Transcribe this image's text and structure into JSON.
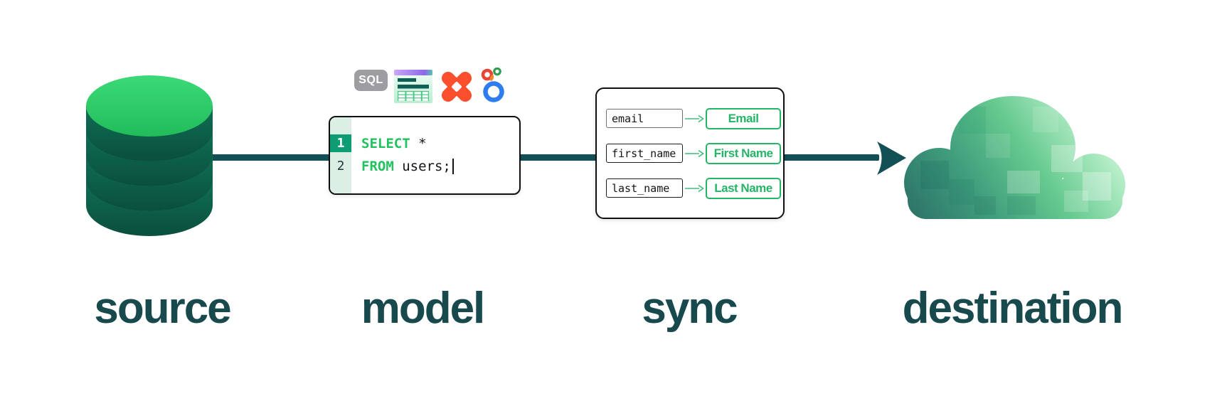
{
  "stages": [
    {
      "label": "source"
    },
    {
      "label": "model"
    },
    {
      "label": "sync"
    },
    {
      "label": "destination"
    }
  ],
  "model": {
    "badge": {
      "label": "SQL"
    },
    "icons": [
      {
        "name": "sql-badge"
      },
      {
        "name": "spreadsheet-icon"
      },
      {
        "name": "dbt-icon"
      },
      {
        "name": "looker-icon"
      }
    ],
    "code": {
      "lines": [
        {
          "number": "1",
          "keyword": "SELECT",
          "rest": " *"
        },
        {
          "number": "2",
          "keyword": "FROM",
          "rest": " users;"
        }
      ]
    }
  },
  "sync": {
    "mappings": [
      {
        "source_field": "email",
        "destination_field": "Email"
      },
      {
        "source_field": "first_name",
        "destination_field": "First Name"
      },
      {
        "source_field": "last_name",
        "destination_field": "Last Name"
      }
    ]
  },
  "colors": {
    "label_teal": "#17494d",
    "arrow_teal": "#135056",
    "database_green": "#2bc765",
    "database_side": "#0d5f49",
    "code_keyword_green": "#22c25e",
    "gutter_highlight": "#0d9c74",
    "sync_green": "#26b467",
    "sql_badge_gray": "#9d9da2",
    "dbt_orange": "#fc4f2e",
    "looker_blue": "#2e7df0",
    "cloud_dark": "#2b6f66",
    "cloud_light": "#ecfbf1"
  }
}
